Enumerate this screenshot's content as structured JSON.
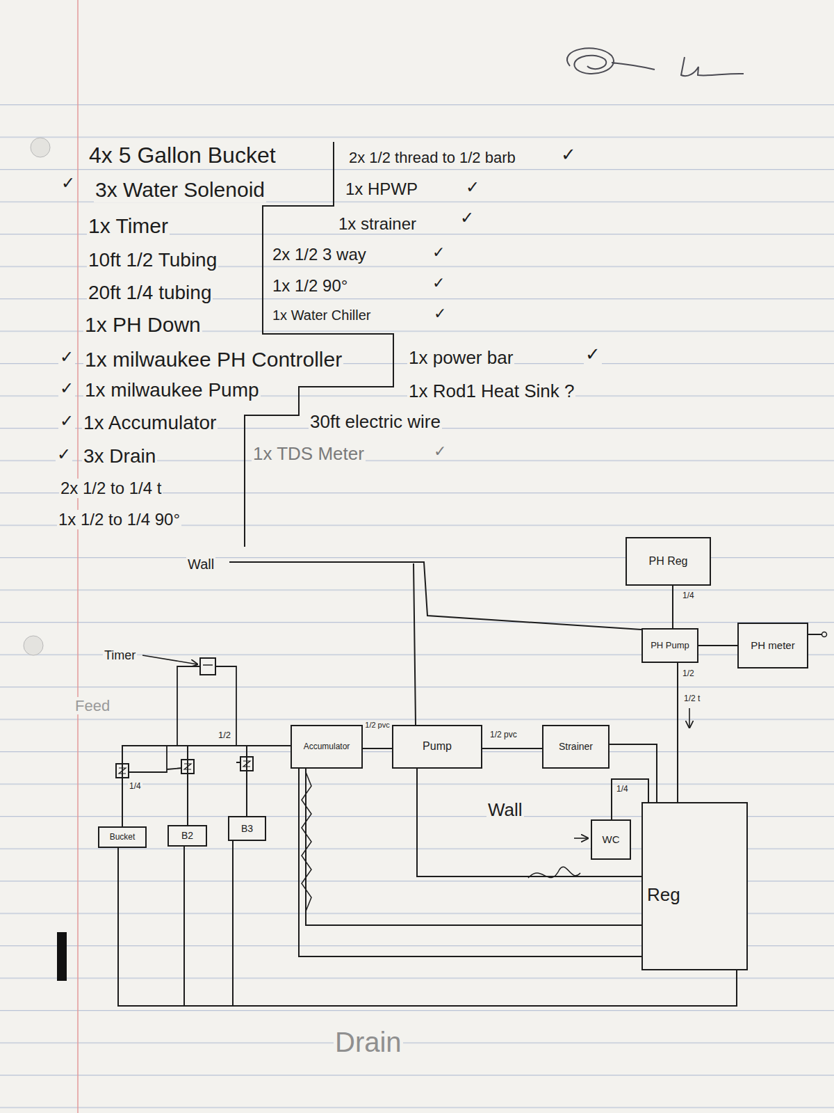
{
  "diagram": {
    "nodes": [
      {
        "text": [
          "PH Reg"
        ]
      },
      {
        "text": [
          "PH Pump"
        ]
      },
      {
        "text": [
          "PH meter"
        ]
      },
      {
        "text": [
          "Accumulator"
        ]
      },
      {
        "text": [
          "Pump"
        ]
      },
      {
        "text": [
          "Strainer"
        ]
      },
      {
        "text": [
          "WC"
        ]
      },
      {
        "text": [
          "Reg"
        ]
      },
      {
        "text": [
          "Bucket"
        ]
      },
      {
        "text": [
          "B2"
        ]
      },
      {
        "text": [
          "B3"
        ]
      }
    ],
    "edges": [
      {
        "from": 0,
        "to": 1,
        "label": "1/4",
        "arrow": "none"
      },
      {
        "from": 1,
        "to": 2,
        "arrow": "none"
      },
      {
        "from": 1,
        "to": 7,
        "label": "1/2",
        "arrow": "none"
      },
      {
        "from": 3,
        "to": 4,
        "label": "1/2 pvc",
        "arrow": "none"
      },
      {
        "from": 4,
        "to": 5,
        "label": "1/2 pvc",
        "arrow": "none"
      },
      {
        "from": 5,
        "to": 7,
        "arrow": "none"
      },
      {
        "from": 6,
        "to": 7,
        "label": "1/4",
        "arrow": "none"
      },
      {
        "from": 3,
        "to": 8,
        "arrow": "none"
      },
      {
        "from": 3,
        "to": 9,
        "arrow": "none"
      },
      {
        "from": 3,
        "to": 10,
        "arrow": "none"
      },
      {
        "from": 8,
        "to": 7,
        "arrow": "none"
      },
      {
        "from": 9,
        "to": 7,
        "arrow": "none"
      },
      {
        "from": 10,
        "to": 7,
        "arrow": "none"
      },
      {
        "from": 4,
        "to": 7,
        "arrow": "none"
      },
      {
        "from": 3,
        "to": 7,
        "arrow": "none"
      }
    ],
    "labels": [
      "4x 5 Gallon Bucket",
      "3x Water Solenoid",
      "1x Timer",
      "10ft 1/2 Tubing",
      "20ft 1/4 tubing",
      "1x PH Down",
      "1x milwaukee PH Controller",
      "1x milwaukee Pump",
      "1x Accumulator",
      "3x Drain",
      "2x 1/2 to 1/4 t",
      "1x 1/2 to 1/4 90°",
      "2x 1/2 thread to 1/2 barb",
      "1x HPWP",
      "1x strainer",
      "2x 1/2 3 way",
      "1x 1/2 90°",
      "1x Water Chiller",
      "1x power bar",
      "1x Rod1 Heat Sink ?",
      "30ft electric wire",
      "1x TDS Meter",
      "✓",
      "✓",
      "✓",
      "✓",
      "✓",
      "✓",
      "✓",
      "✓",
      "✓",
      "✓",
      "✓",
      "✓",
      "✓",
      "Wall",
      "Timer",
      "Feed",
      "1/2",
      "1/4",
      "1/2 t",
      "Wall",
      "Drain"
    ]
  }
}
